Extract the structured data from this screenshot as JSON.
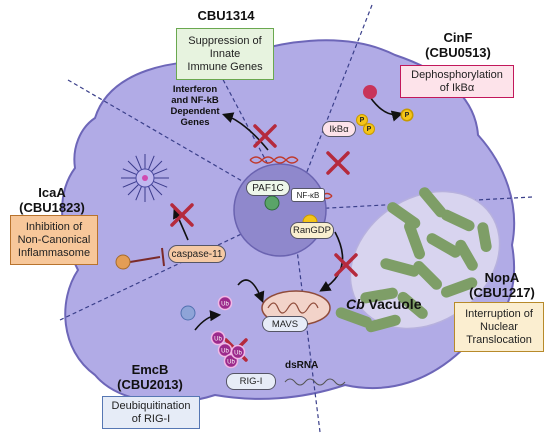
{
  "effectors": {
    "cbu1314": {
      "title": "CBU1314",
      "desc_lines": [
        "Suppression of",
        "Innate",
        "Immune Genes"
      ],
      "color": "#e7f3df",
      "border": "#6aa84f"
    },
    "cinf": {
      "title_lines": [
        "CinF",
        "(CBU0513)"
      ],
      "desc_lines": [
        "Dephosphorylation",
        "of IkBα"
      ],
      "color": "#fde3ea",
      "border": "#c2185b"
    },
    "icaa": {
      "title_lines": [
        "IcaA",
        "(CBU1823)"
      ],
      "desc_lines": [
        "Inhibition of",
        "Non-Canonical",
        "Inflammasome"
      ],
      "color": "#f7c79a",
      "border": "#b8732d"
    },
    "nopa": {
      "title_lines": [
        "NopA",
        "(CBU1217)"
      ],
      "desc_lines": [
        "Interruption of",
        "Nuclear",
        "Translocation"
      ],
      "color": "#fbeed0",
      "border": "#b78a2a"
    },
    "emcb": {
      "title_lines": [
        "EmcB",
        "(CBU2013)"
      ],
      "desc_lines": [
        "Deubiquitination",
        "of RIG-I"
      ],
      "color": "#e6ecf7",
      "border": "#5677b3"
    }
  },
  "cell_labels": {
    "interferon_lines": [
      "Interferon",
      "and NF-kB",
      "Dependent",
      "Genes"
    ],
    "paf1c": "PAF1C",
    "nfkb": "NF-κB",
    "ikba": "IkBα",
    "p": "P",
    "rangdp": "RanGDP",
    "caspase": "caspase-11",
    "mavs": "MAVS",
    "rigi": "RIG-I",
    "dsrna": "dsRNA",
    "ub": "Ub",
    "vacuole_italic": "Cb",
    "vacuole_text": " Vacuole"
  },
  "colors": {
    "cell_fill": "#b1abe6",
    "cell_stroke": "#6d66b8",
    "nucleus_fill": "#8f88cc",
    "vacuole_fill": "#d8d4ef",
    "bacteria": "#7e9e67",
    "inhibit_x": "#b52a3d",
    "ub": "#9c2a8c"
  }
}
